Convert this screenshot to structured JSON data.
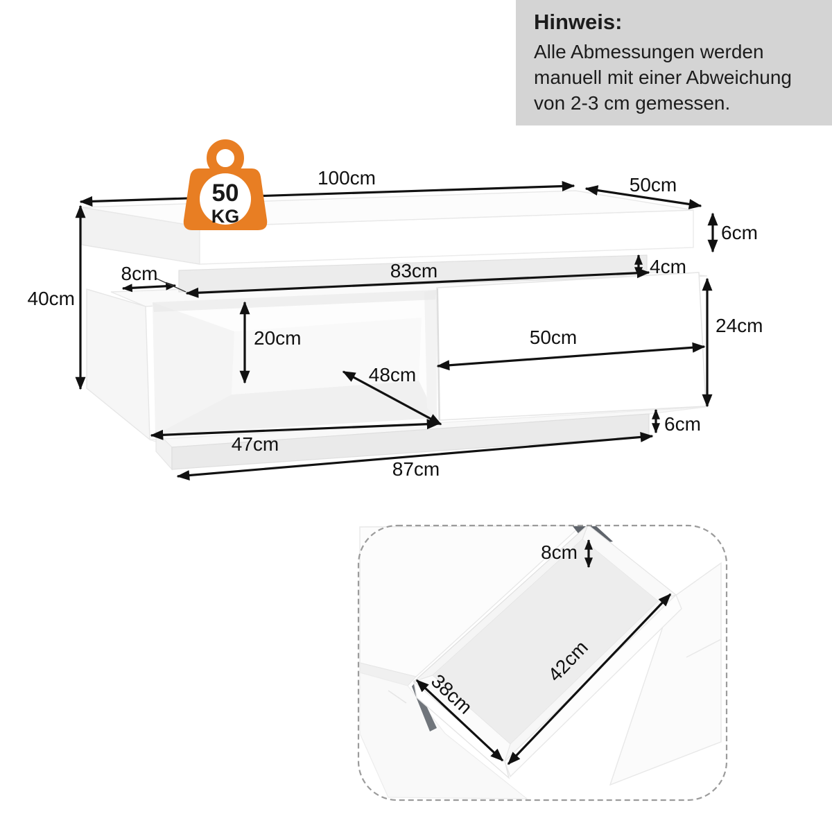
{
  "note": {
    "title": "Hinweis:",
    "line1": "Alle Abmessungen werden",
    "line2": "manuell mit einer Abweichung",
    "line3": "von 2-3 cm gemessen."
  },
  "weight": {
    "value": "50",
    "unit": "KG"
  },
  "dims": {
    "total_width": "100cm",
    "total_depth": "50cm",
    "top_thickness": "6cm",
    "led_width": "83cm",
    "led_thickness": "4cm",
    "overhang": "8cm",
    "total_height": "40cm",
    "shelf_height": "20cm",
    "drawer_width": "50cm",
    "cabinet_height": "24cm",
    "shelf_depth": "48cm",
    "shelf_width": "47cm",
    "plinth_height": "6cm",
    "plinth_width": "87cm"
  },
  "inset_dims": {
    "drawer_height": "8cm",
    "drawer_length": "42cm",
    "drawer_depth": "38cm"
  },
  "colors": {
    "accent_orange": "#e87e23",
    "note_bg": "#d4d4d4",
    "dimension_line": "#111111",
    "dashed_border": "#9b9b9b"
  }
}
